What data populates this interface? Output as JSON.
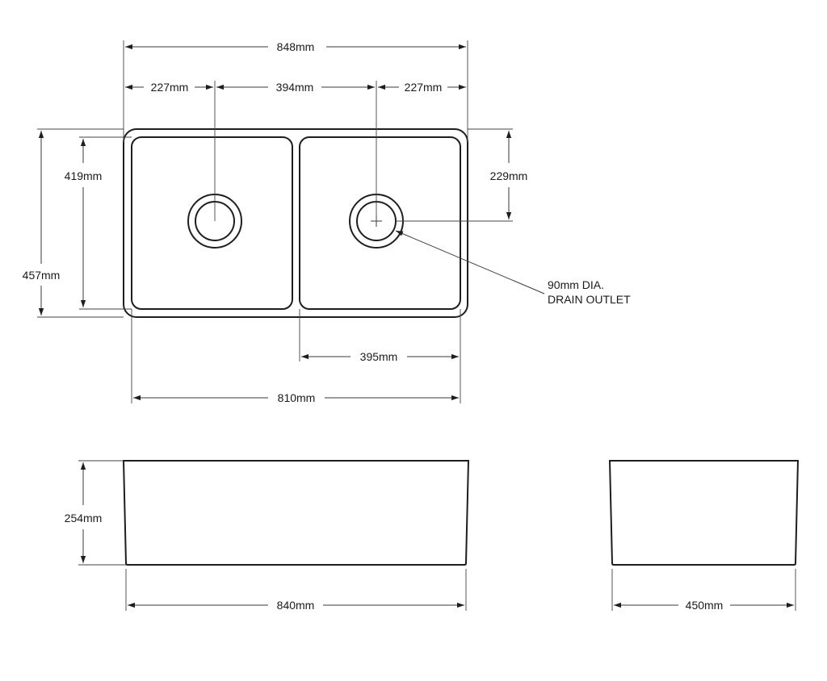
{
  "dimensions": {
    "overall_length": "848mm",
    "left_offset": "227mm",
    "drain_spacing": "394mm",
    "right_offset": "227mm",
    "bowl_depth": "419mm",
    "overall_depth": "457mm",
    "drain_from_back": "229mm",
    "right_bowl_length": "395mm",
    "inner_length": "810mm",
    "height": "254mm",
    "front_length": "840mm",
    "side_width": "450mm"
  },
  "note": {
    "line1": "90mm  DIA.",
    "line2": "DRAIN OUTLET"
  },
  "colors": {
    "line": "#1e1e1e",
    "background": "#ffffff"
  }
}
